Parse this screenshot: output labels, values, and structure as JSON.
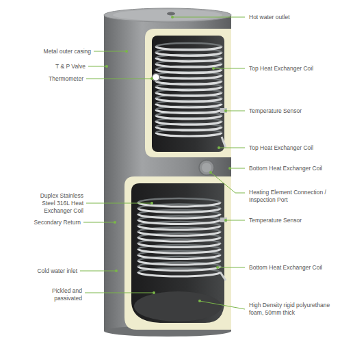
{
  "diagram": {
    "labels": [
      "Hot water outlet",
      "Metal outer casing",
      "T & P Valve",
      "Top Heat Exchanger Coil",
      "Thermometer",
      "Temperature Sensor",
      "Top Heat Exchanger Coil",
      "Bottom Heat Exchanger Coil",
      "Heating Element Connection / Inspection Port",
      "Duplex Stainless Steel 316L Heat Exchanger Coil",
      "Temperature Sensor",
      "Secondary Return",
      "Bottom Heat Exchanger Coil",
      "Cold water inlet",
      "Pickled and passivated",
      "High Density rigid polyurethane foam, 50mm thick"
    ]
  }
}
